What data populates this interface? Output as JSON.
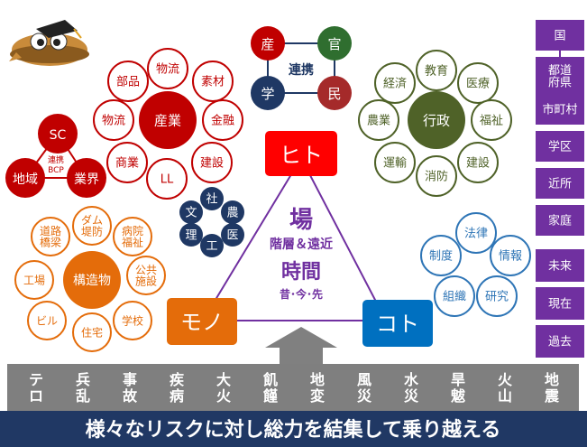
{
  "colors": {
    "red": "#c00000",
    "dark_red": "#a52a2a",
    "orange": "#e46c0a",
    "olive": "#4f6228",
    "green": "#2f6e2f",
    "navy": "#1f3864",
    "blue": "#2e75b6",
    "purple": "#7030a0",
    "grey": "#8c8c8c",
    "dark_grey": "#7f7f7f",
    "banner": "#203864",
    "title_blue": "#7030a0"
  },
  "mascot": {
    "icon": "mascot-character-icon"
  },
  "sangaku": {
    "nodes": [
      "産",
      "官",
      "学",
      "民"
    ],
    "center": "連携"
  },
  "industry": {
    "center": "産業",
    "satellites": [
      "物流",
      "素材",
      "金融",
      "建設",
      "LL",
      "商業",
      "物流",
      "部品"
    ]
  },
  "government": {
    "center": "行政",
    "satellites": [
      "教育",
      "医療",
      "福祉",
      "建設",
      "消防",
      "運輸",
      "農業",
      "経済"
    ]
  },
  "sc": {
    "nodes": [
      "SC",
      "地域",
      "業界"
    ],
    "center_line1": "連携",
    "center_line2": "BCP"
  },
  "fields": {
    "nodes": [
      "社",
      "農",
      "医",
      "工",
      "理",
      "文"
    ]
  },
  "triangle": {
    "hito": "ヒト",
    "mono": "モノ",
    "koto": "コト",
    "ba": "場",
    "ba_sub": "階層＆遠近",
    "jikan": "時間",
    "jikan_sub": "昔･今･先"
  },
  "structures": {
    "center": "構造物",
    "satellites": [
      "ダム\n堤防",
      "病院\n福祉",
      "公共\n施設",
      "学校",
      "住宅",
      "ビル",
      "工場",
      "道路\n橋梁"
    ]
  },
  "koto_items": {
    "nodes": [
      "法律",
      "情報",
      "研究",
      "組織",
      "制度"
    ]
  },
  "hierarchy": [
    "国",
    "都道\n府県",
    "市町村",
    "学区",
    "近所",
    "家庭"
  ],
  "time": [
    "未来",
    "現在",
    "過去"
  ],
  "risks": [
    [
      "テ",
      "ロ"
    ],
    [
      "兵",
      "乱"
    ],
    [
      "事",
      "故"
    ],
    [
      "疾",
      "病"
    ],
    [
      "大",
      "火"
    ],
    [
      "飢",
      "饉"
    ],
    [
      "地",
      "変"
    ],
    [
      "風",
      "災"
    ],
    [
      "水",
      "災"
    ],
    [
      "旱",
      "魃"
    ],
    [
      "火",
      "山"
    ],
    [
      "地",
      "震"
    ]
  ],
  "banner": "様々なリスクに対し総力を結集して乗り越える"
}
